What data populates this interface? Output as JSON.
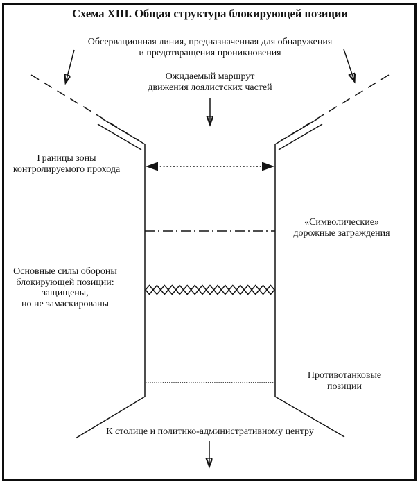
{
  "title": "Схема XIII.  Общая структура блокирующей позиции",
  "labels": {
    "observation_line": "Обсервационная линия, предназначенная для обнаружения\nи предотвращения проникновения",
    "expected_route": "Ожидаемый маршрут\nдвижения лоялистских частей",
    "passage_zone": "Границы зоны\nконтролируемого прохода",
    "symbolic_barriers": "«Символические»\nдорожные заграждения",
    "main_forces": "Основные силы обороны\nблокирующей позиции:\nзащищены,\nно не замаскированы",
    "antitank": "Противотанковые\nпозиции",
    "to_capital": "К столице и политико-административному центру"
  },
  "colors": {
    "ink": "#141414",
    "background": "#ffffff",
    "frame": "#0d0d0d"
  },
  "diagram": {
    "diamond_count": 17
  }
}
